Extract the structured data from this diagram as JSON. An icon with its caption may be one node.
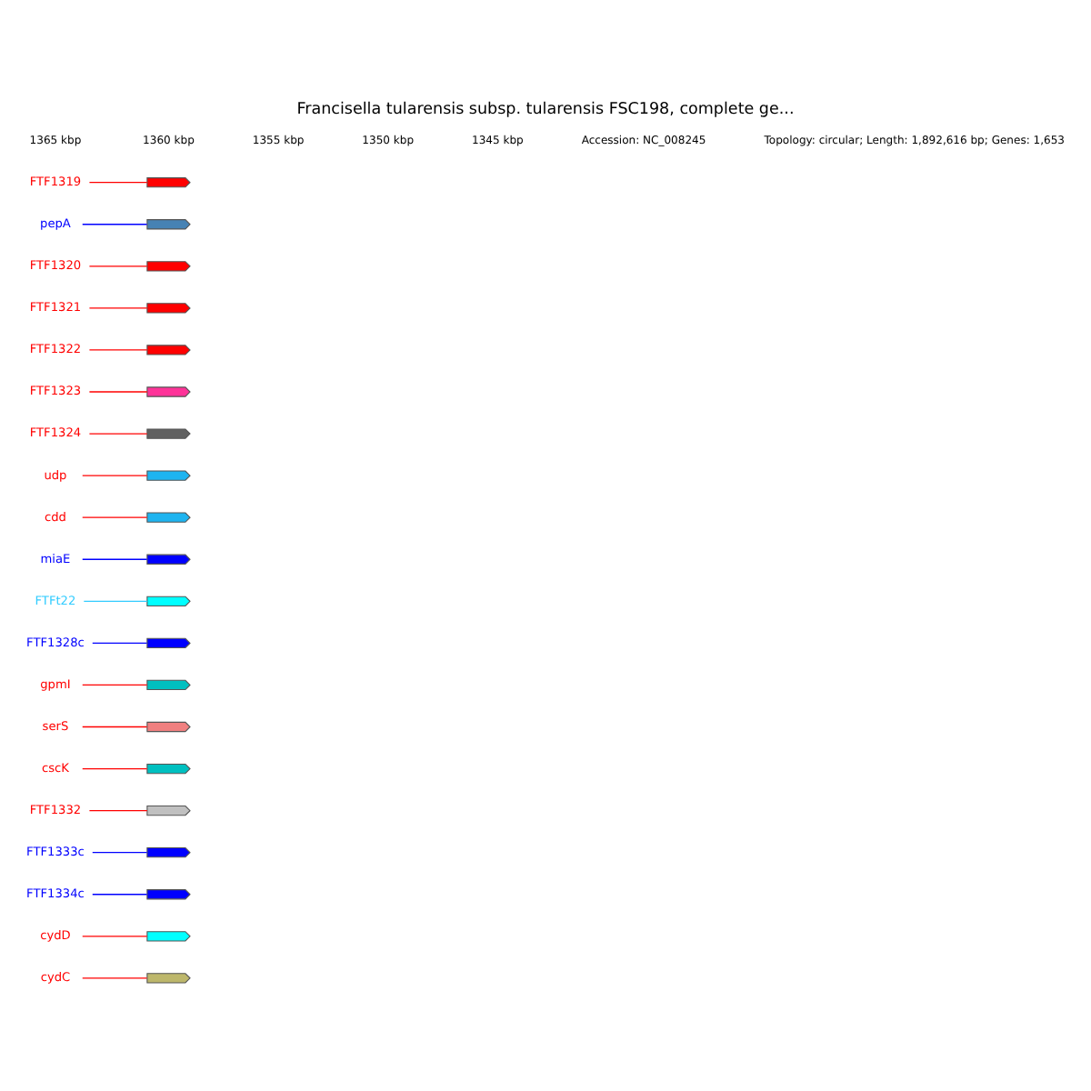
{
  "diagram": {
    "title": "Francisella tularensis subsp. tularensis FSC198, complete ge...",
    "nodes": [
      {
        "text": [
          "cydC"
        ]
      },
      {
        "text": [
          "cydD"
        ]
      },
      {
        "text": [
          "FTF1334c"
        ]
      },
      {
        "text": [
          "FTF1333c"
        ]
      },
      {
        "text": [
          "FTF1332"
        ]
      },
      {
        "text": [
          "cscK"
        ]
      },
      {
        "text": [
          "serS"
        ]
      },
      {
        "text": [
          "gpmI"
        ]
      },
      {
        "text": [
          "FTF1328c"
        ]
      },
      {
        "text": [
          "FTFt22"
        ]
      },
      {
        "text": [
          "miaE"
        ]
      },
      {
        "text": [
          "cdd"
        ]
      },
      {
        "text": [
          "udp"
        ]
      },
      {
        "text": [
          "FTF1324"
        ]
      },
      {
        "text": [
          "FTF1323"
        ]
      },
      {
        "text": [
          "FTF1322"
        ]
      },
      {
        "text": [
          "FTF1321"
        ]
      },
      {
        "text": [
          "FTF1320"
        ]
      },
      {
        "text": [
          "pepA"
        ]
      },
      {
        "text": [
          "FTF1319"
        ]
      },
      {
        "text": [],
        "shape": "arrow"
      },
      {
        "text": [],
        "shape": "arrow"
      },
      {
        "text": [],
        "shape": "arrow"
      },
      {
        "text": [],
        "shape": "arrow"
      },
      {
        "text": [],
        "shape": "arrow"
      },
      {
        "text": [],
        "shape": "arrow"
      },
      {
        "text": [],
        "shape": "arrow"
      },
      {
        "text": [],
        "shape": "arrow"
      },
      {
        "text": [],
        "shape": "arrow"
      },
      {
        "text": [],
        "shape": "arrow"
      },
      {
        "text": [],
        "shape": "arrow"
      },
      {
        "text": [],
        "shape": "arrow"
      },
      {
        "text": [],
        "shape": "arrow"
      },
      {
        "text": [],
        "shape": "arrow"
      },
      {
        "text": [],
        "shape": "arrow"
      },
      {
        "text": [],
        "shape": "arrow"
      },
      {
        "text": [],
        "shape": "arrow"
      },
      {
        "text": [],
        "shape": "arrow"
      },
      {
        "text": [],
        "shape": "arrow"
      },
      {
        "text": [],
        "shape": "arrow"
      }
    ],
    "edges": [
      {
        "from": 0,
        "to": 20,
        "arrow": "none"
      },
      {
        "from": 1,
        "to": 21,
        "arrow": "none"
      },
      {
        "from": 2,
        "to": 22,
        "arrow": "none",
        "color": "#0000ff"
      },
      {
        "from": 3,
        "to": 23,
        "arrow": "none",
        "color": "#0000ff"
      },
      {
        "from": 4,
        "to": 24,
        "arrow": "none"
      },
      {
        "from": 5,
        "to": 25,
        "arrow": "none"
      },
      {
        "from": 6,
        "to": 26,
        "arrow": "none"
      },
      {
        "from": 7,
        "to": 27,
        "arrow": "none"
      },
      {
        "from": 8,
        "to": 28,
        "arrow": "none",
        "color": "#0000ff"
      },
      {
        "from": 9,
        "to": 29,
        "arrow": "none",
        "color": "#33ccff"
      },
      {
        "from": 10,
        "to": 30,
        "arrow": "none",
        "color": "#0000ff"
      },
      {
        "from": 11,
        "to": 31,
        "arrow": "none"
      },
      {
        "from": 12,
        "to": 32,
        "arrow": "none"
      },
      {
        "from": 13,
        "to": 33,
        "arrow": "none"
      },
      {
        "from": 14,
        "to": 34,
        "arrow": "none"
      },
      {
        "from": 15,
        "to": 35,
        "arrow": "none"
      },
      {
        "from": 16,
        "to": 36,
        "arrow": "none"
      },
      {
        "from": 17,
        "to": 37,
        "arrow": "none"
      },
      {
        "from": 18,
        "to": 38,
        "arrow": "none",
        "color": "#0000ff"
      },
      {
        "from": 19,
        "to": 39,
        "arrow": "none"
      }
    ],
    "labels": [
      "1365 kbp",
      "1360 kbp",
      "1355 kbp",
      "1350 kbp",
      "1345 kbp",
      "Accession: NC_008245",
      "Topology: circular; Length: 1,892,616 bp; Genes: 1,653"
    ]
  }
}
